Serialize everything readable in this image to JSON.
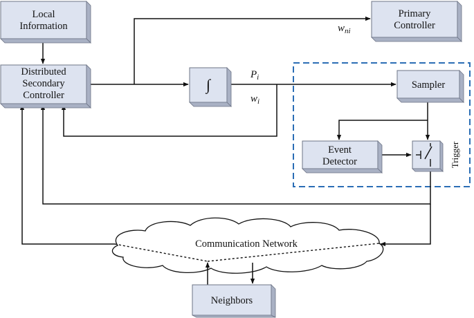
{
  "blocks": {
    "local_information": [
      "Local",
      "Information"
    ],
    "primary_controller": [
      "Primary",
      "Controller"
    ],
    "distributed_secondary_controller": [
      "Distributed",
      "Secondary",
      "Controller"
    ],
    "integrator": "∫",
    "sampler": "Sampler",
    "event_detector": [
      "Event",
      "Detector"
    ],
    "neighbors": "Neighbors",
    "communication_network": "Communication Network"
  },
  "signals": {
    "w_ni": {
      "base": "w",
      "sub": "ni"
    },
    "p_i": {
      "base": "P",
      "sub": "i"
    },
    "w_i": {
      "base": "w",
      "sub": "i"
    }
  },
  "trigger_label": "Trigger",
  "colors": {
    "block_face": "#dde3f0",
    "block_side": "#a9b1c4",
    "trigger_frame": "#2a6db5"
  }
}
